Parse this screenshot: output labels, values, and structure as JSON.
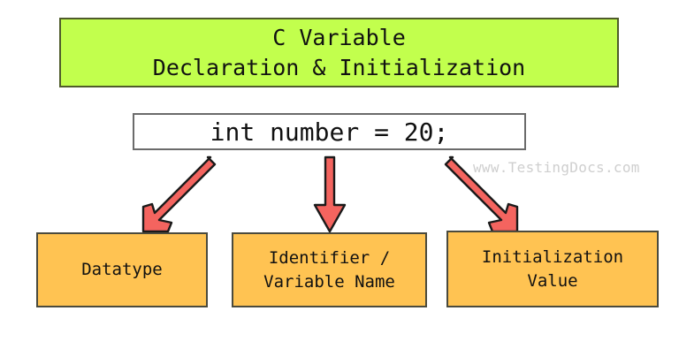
{
  "diagram": {
    "title": {
      "line1": "C Variable",
      "line2": "Declaration & Initialization",
      "background_color": "#c2ff4d",
      "border_color": "#4f5b2a"
    },
    "code": {
      "text": "int number = 20;",
      "background_color": "#ffffff",
      "border_color": "#6b6b6b"
    },
    "watermark": {
      "text": "www.TestingDocs.com",
      "color": "#cfcfcf"
    },
    "arrow_color": "#f4645f",
    "arrow_outline_color": "#1a1a1a",
    "boxes": [
      {
        "id": "datatype",
        "line1": "Datatype",
        "line2": "",
        "background_color": "#ffc352",
        "border_color": "#4a4a3d"
      },
      {
        "id": "identifier",
        "line1": "Identifier /",
        "line2": "Variable Name",
        "background_color": "#ffc352",
        "border_color": "#4a4a3d"
      },
      {
        "id": "initvalue",
        "line1": "Initialization",
        "line2": "Value",
        "background_color": "#ffc352",
        "border_color": "#4a4a3d"
      }
    ],
    "arrows": [
      {
        "id": "arrow-to-datatype",
        "direction": "down-left"
      },
      {
        "id": "arrow-to-identifier",
        "direction": "down"
      },
      {
        "id": "arrow-to-initvalue",
        "direction": "down-right"
      }
    ]
  }
}
